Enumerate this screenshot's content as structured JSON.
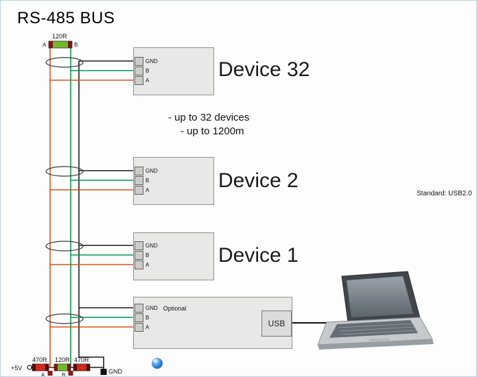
{
  "title": "RS-485 BUS",
  "notes": {
    "line1": "- up to 32 devices",
    "line2": "- up to 1200m"
  },
  "standard_label": "Standard: USB2.0",
  "devices": [
    {
      "name": "Device 32"
    },
    {
      "name": "Device 2"
    },
    {
      "name": "Device 1"
    }
  ],
  "pins": {
    "gnd": "GND",
    "b": "B",
    "a": "A"
  },
  "converter": {
    "optional": "Optional",
    "usb": "USB"
  },
  "termination_top": {
    "value": "120R",
    "a": "A",
    "b": "B"
  },
  "termination_bottom": {
    "supply": "+5V",
    "r1": "470R",
    "r2": "120R",
    "r3": "470R",
    "gnd": "GND",
    "a": "A",
    "b": "B"
  },
  "colors": {
    "wire_a": "#d9531e",
    "wire_b": "#009a4e",
    "wire_gnd": "#1d1d1b",
    "resistor_120": "#76b82a",
    "resistor_470": "#cf2a1e"
  }
}
